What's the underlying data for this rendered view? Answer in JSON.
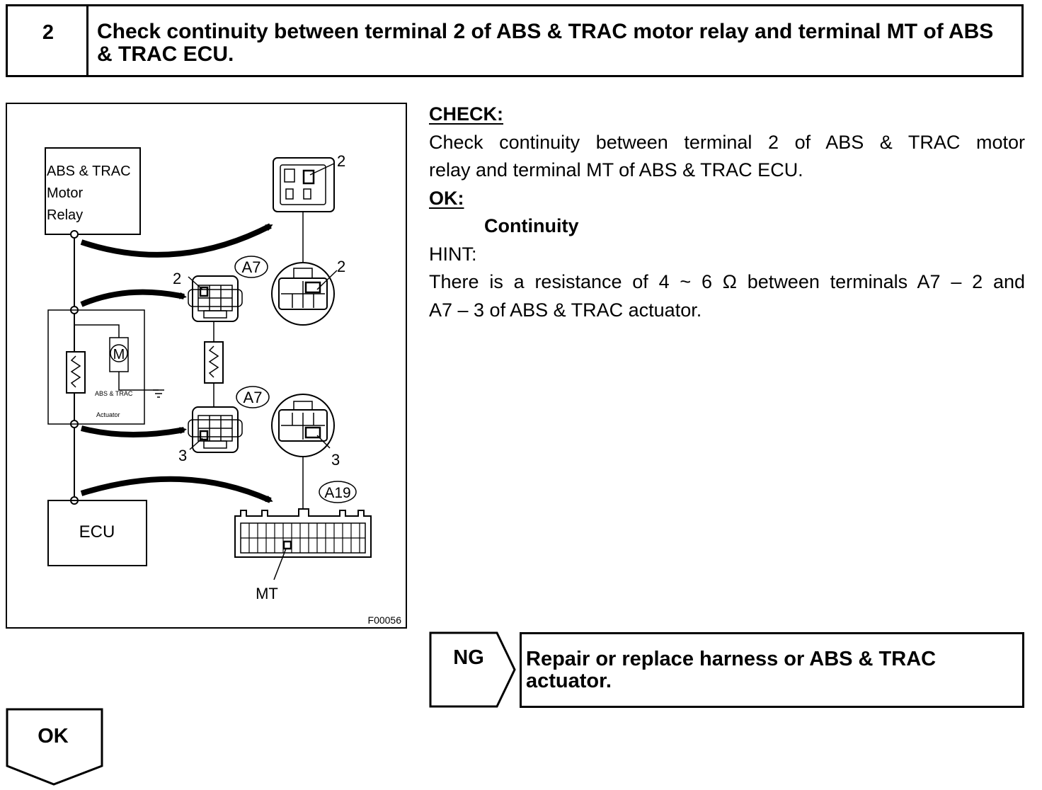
{
  "step": {
    "number": "2",
    "title": "Check continuity between terminal 2 of ABS & TRAC motor relay and terminal MT of ABS & TRAC ECU."
  },
  "figure": {
    "relay_label_lines": [
      "ABS & TRAC",
      "Motor",
      "Relay"
    ],
    "ecu_label": "ECU",
    "actuator_label_lines": [
      "ABS & TRAC",
      "Actuator"
    ],
    "motor_symbol": "M",
    "connector_a7_top": "A7",
    "connector_a7_bottom": "A7",
    "connector_a19": "A19",
    "terminal_2_relay": "2",
    "terminal_2_relay_socket": "2",
    "terminal_2_a7": "2",
    "terminal_3_a7": "3",
    "terminal_3_socket": "3",
    "terminal_mt": "MT",
    "figure_code": "F00056"
  },
  "check": {
    "heading": "CHECK:",
    "text_line1": "Check continuity between terminal 2 of ABS & TRAC motor",
    "text_line2": "relay and terminal MT of ABS & TRAC ECU."
  },
  "ok": {
    "heading": "OK:",
    "value": "Continuity"
  },
  "hint": {
    "heading": "HINT:",
    "text_line1": "There is a resistance of 4 ~ 6 Ω between terminals A7 – 2 and",
    "text_line2": "A7 – 3 of ABS & TRAC actuator."
  },
  "ng": {
    "label": "NG",
    "action": "Repair or replace harness or ABS & TRAC actuator."
  },
  "ok_tab": {
    "label": "OK"
  }
}
